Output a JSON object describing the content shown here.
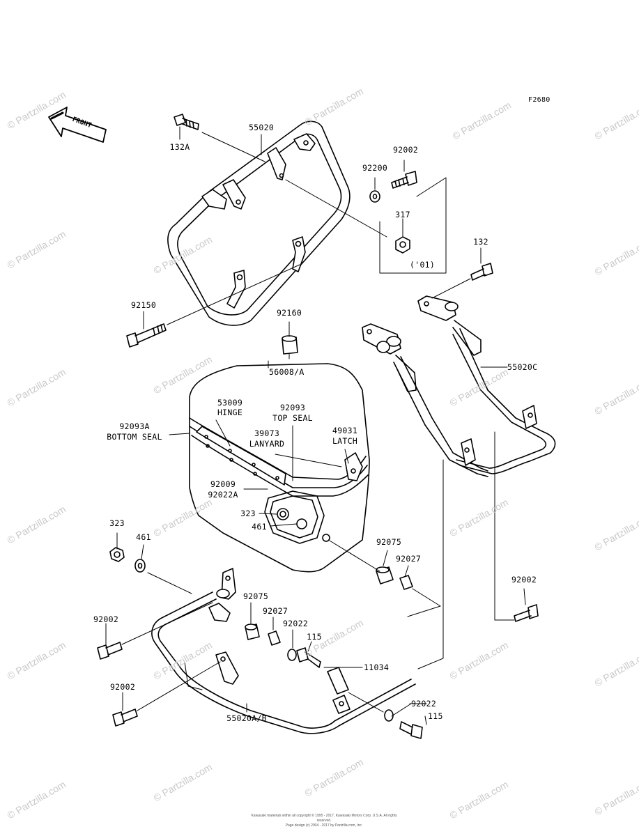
{
  "diagram": {
    "code": "F2680",
    "front_label": "FRONT",
    "copyright_line1": "Kawasaki materials within all copyright © 1995 - 2017, Kawasaki Motors Corp. U.S.A. All rights reserved.",
    "copyright_line2": "Page design (c) 2004 - 2017 by Partzilla.com, Inc."
  },
  "labels": {
    "p132A": "132A",
    "p55020": "55020",
    "p92002_top": "92002",
    "p92200": "92200",
    "p317": "317",
    "p01": "('01)",
    "p132": "132",
    "p92150": "92150",
    "p92160": "92160",
    "p56008": "56008/A",
    "p55020C": "55020C",
    "p53009": "53009",
    "p53009_name": "HINGE",
    "p92093": "92093",
    "p92093_name": "TOP SEAL",
    "p92093A": "92093A",
    "p92093A_name": "BOTTOM SEAL",
    "p39073": "39073",
    "p39073_name": "LANYARD",
    "p49031": "49031",
    "p49031_name": "LATCH",
    "p92009": "92009",
    "p92022A": "92022A",
    "p323_box": "323",
    "p461_box": "461",
    "p323": "323",
    "p461": "461",
    "p92075_r": "92075",
    "p92027_r": "92027",
    "p92002_r": "92002",
    "p92002_l1": "92002",
    "p92075_m": "92075",
    "p92027_m": "92027",
    "p92022_m": "92022",
    "p115_m": "115",
    "p11034": "11034",
    "p92002_l2": "92002",
    "p92022_b": "92022",
    "p115_b": "115",
    "p55020AB": "55020A/B"
  },
  "watermark": "© Partzilla.com"
}
